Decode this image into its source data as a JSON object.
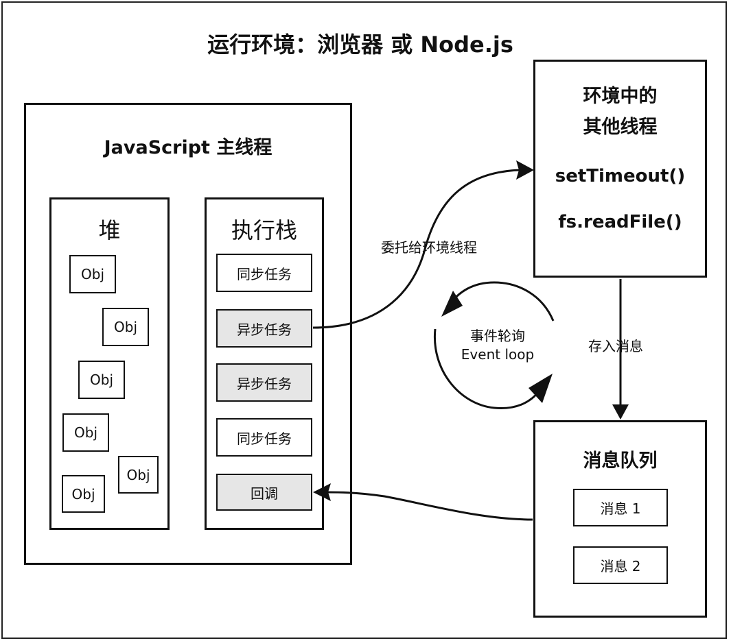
{
  "title": "运行环境：浏览器 或 Node.js",
  "main_thread": {
    "title": "JavaScript 主线程",
    "heap": {
      "title": "堆",
      "objects": [
        "Obj",
        "Obj",
        "Obj",
        "Obj",
        "Obj",
        "Obj"
      ]
    },
    "stack": {
      "title": "执行栈",
      "frames": [
        {
          "label": "同步任务",
          "highlight": false
        },
        {
          "label": "异步任务",
          "highlight": true
        },
        {
          "label": "异步任务",
          "highlight": true
        },
        {
          "label": "同步任务",
          "highlight": false
        },
        {
          "label": "回调",
          "highlight": true
        }
      ]
    }
  },
  "other_threads": {
    "title_line1": "环境中的",
    "title_line2": "其他线程",
    "api1": "setTimeout()",
    "api2": "fs.readFile()"
  },
  "message_queue": {
    "title": "消息队列",
    "messages": [
      "消息 1",
      "消息 2"
    ]
  },
  "edges": {
    "delegate_label": "委托给环境线程",
    "store_label": "存入消息"
  },
  "event_loop": {
    "line1": "事件轮询",
    "line2": "Event loop"
  },
  "colors": {
    "stroke": "#111111",
    "highlight_fill": "#e6e6e6",
    "background": "#ffffff"
  }
}
